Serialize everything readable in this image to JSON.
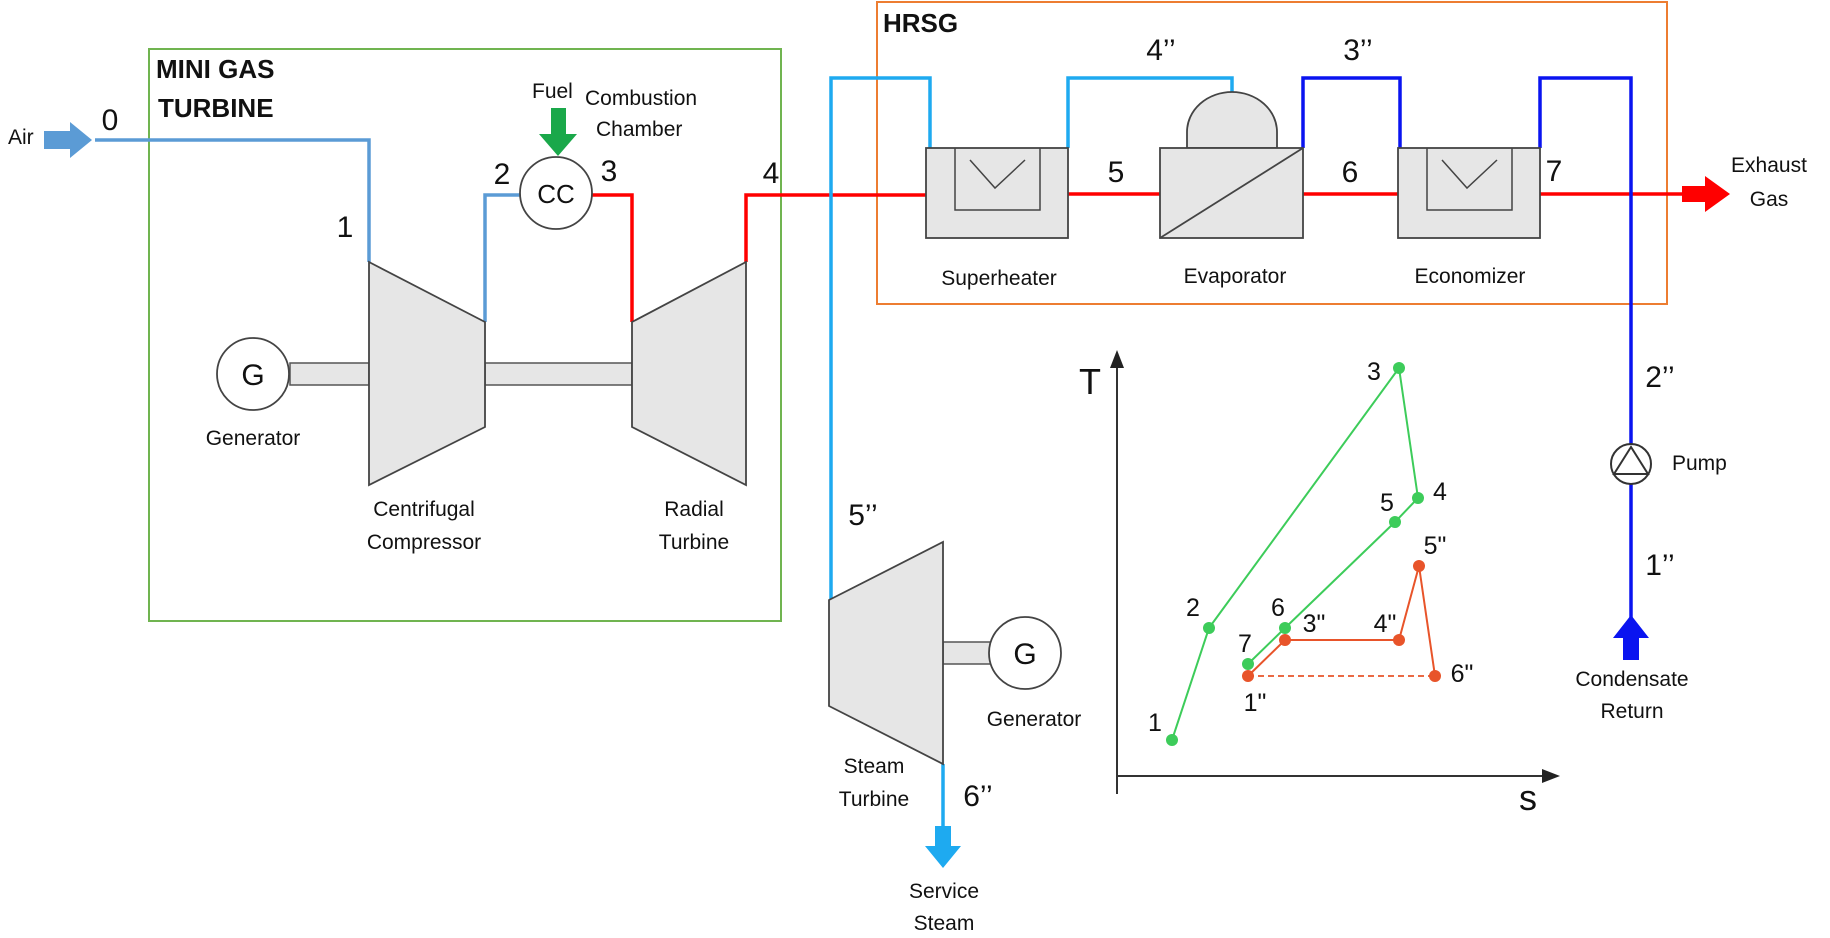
{
  "boxes": {
    "mini_gas_turbine": {
      "title_line1": "MINI GAS",
      "title_line2": "TURBINE",
      "color": "#70b450"
    },
    "hrsg": {
      "title": "HRSG",
      "color": "#ed7d31"
    }
  },
  "inputs": {
    "air": "Air",
    "fuel": "Fuel",
    "exhaust_line1": "Exhaust",
    "exhaust_line2": "Gas",
    "condensate_line1": "Condensate",
    "condensate_line2": "Return",
    "service_line1": "Service",
    "service_line2": "Steam"
  },
  "components": {
    "gt_generator_symbol": "G",
    "gt_generator_label": "Generator",
    "compressor_line1": "Centrifugal",
    "compressor_line2": "Compressor",
    "turbine_line1": "Radial",
    "turbine_line2": "Turbine",
    "cc_symbol": "CC",
    "cc_line1": "Combustion",
    "cc_line2": "Chamber",
    "superheater": "Superheater",
    "evaporator": "Evaporator",
    "economizer": "Economizer",
    "steam_turbine_line1": "Steam",
    "steam_turbine_line2": "Turbine",
    "st_generator_symbol": "G",
    "st_generator_label": "Generator",
    "pump": "Pump"
  },
  "state_points": {
    "p0": "0",
    "p1": "1",
    "p2": "2",
    "p3": "3",
    "p4": "4",
    "p5": "5",
    "p6": "6",
    "p7": "7",
    "s1": "1’’",
    "s2": "2’’",
    "s3": "3’’",
    "s4": "4’’",
    "s5": "5’’",
    "s6": "6’’"
  },
  "ts_diagram": {
    "y_axis": "T",
    "x_axis": "s",
    "gas_color": "#3dcc5a",
    "steam_color": "#e8542a",
    "gas_points": [
      {
        "label": "1"
      },
      {
        "label": "2"
      },
      {
        "label": "3"
      },
      {
        "label": "4"
      },
      {
        "label": "5"
      },
      {
        "label": "6"
      },
      {
        "label": "7"
      }
    ],
    "steam_points": [
      {
        "label": "1\""
      },
      {
        "label": "3\""
      },
      {
        "label": "4\""
      },
      {
        "label": "5\""
      },
      {
        "label": "6\""
      }
    ]
  },
  "colors": {
    "air_line": "#5b9bd5",
    "hot_gas_line": "#ff0000",
    "steam_line": "#1eaaf0",
    "water_line": "#0a14f0",
    "fuel_arrow": "#1aa84a",
    "component_fill": "#e6e6e6"
  }
}
